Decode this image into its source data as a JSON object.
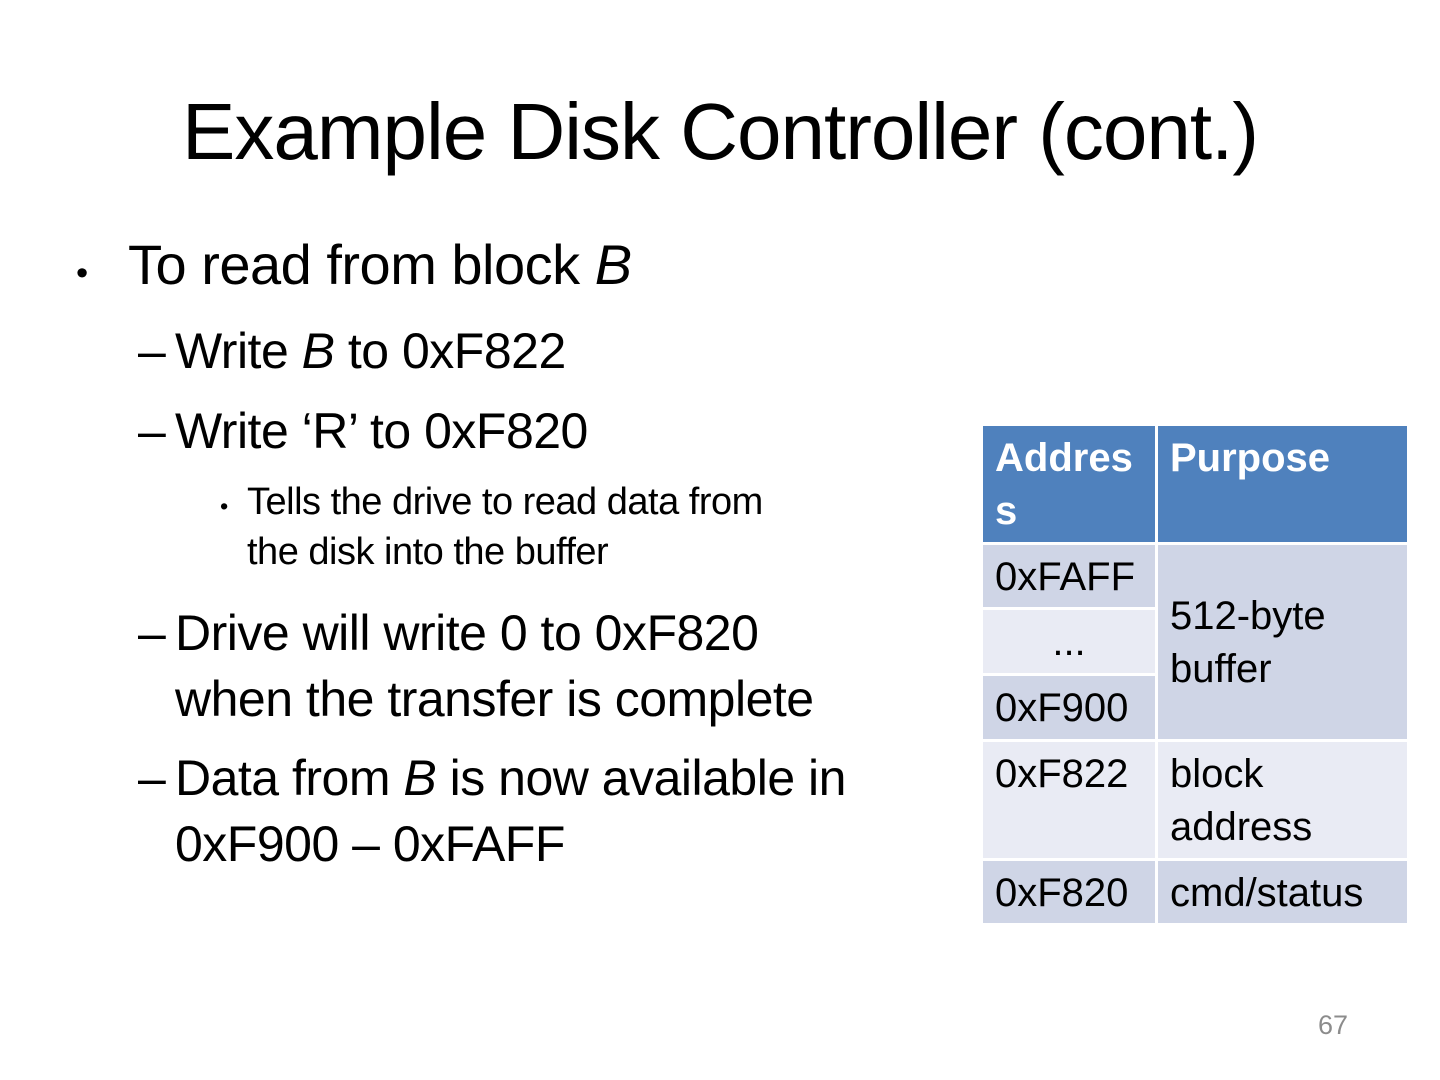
{
  "slide": {
    "title": "Example Disk Controller (cont.)",
    "page_number": "67"
  },
  "content": {
    "items": [
      {
        "marker": "•",
        "seg1": "To read from block ",
        "segB": "B",
        "seg2": ""
      },
      {
        "marker": "–",
        "seg1": "Write ",
        "segB": "B",
        "seg2": " to 0xF822"
      },
      {
        "marker": "–",
        "seg1": "Write ‘R’ to 0xF820",
        "segB": "",
        "seg2": ""
      },
      {
        "marker": "•",
        "seg1": "Tells the drive to read data from\nthe disk into the buffer",
        "segB": "",
        "seg2": ""
      },
      {
        "marker": "–",
        "seg1": "Drive will write 0 to 0xF820\nwhen the transfer is complete",
        "segB": "",
        "seg2": ""
      },
      {
        "marker": "–",
        "seg1": "Data from ",
        "segB": "B",
        "seg2": " is now available in\n0xF900 – 0xFAFF"
      }
    ]
  },
  "table": {
    "headers": {
      "address": "Address",
      "purpose": "Purpose"
    },
    "rows": {
      "r1": {
        "address": "0xFAFF"
      },
      "r2": {
        "address": "..."
      },
      "r3": {
        "address": "0xF900"
      },
      "r4": {
        "address": "0xF822",
        "purpose": "block address"
      },
      "r5": {
        "address": "0xF820",
        "purpose": "cmd/status"
      },
      "buffer_purpose": "512-byte buffer"
    }
  },
  "colors": {
    "header_bg": "#4F81BD",
    "row_dark": "#CFD5E6",
    "row_light": "#E9EBF4",
    "page_number": "#8C8C8C"
  }
}
